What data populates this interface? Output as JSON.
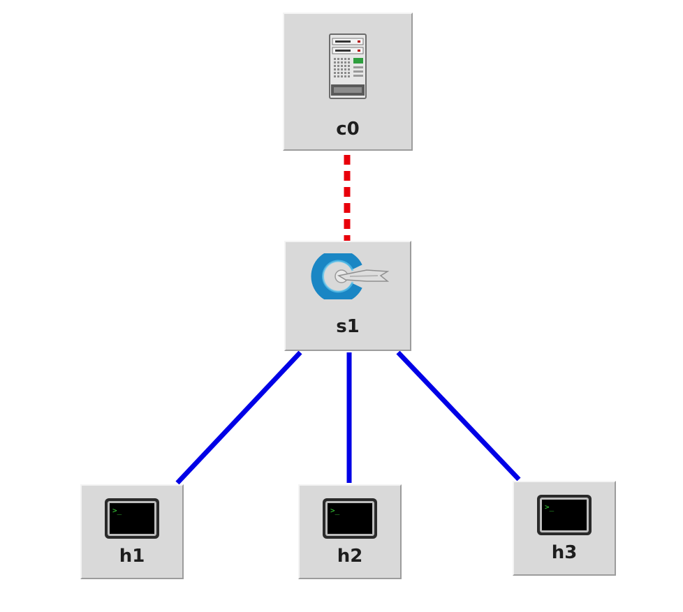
{
  "nodes": {
    "c0": {
      "label": "c0",
      "kind": "controller",
      "icon": "server-icon"
    },
    "s1": {
      "label": "s1",
      "kind": "switch",
      "icon": "openflow-switch-icon"
    },
    "h1": {
      "label": "h1",
      "kind": "host",
      "icon": "terminal-icon"
    },
    "h2": {
      "label": "h2",
      "kind": "host",
      "icon": "terminal-icon"
    },
    "h3": {
      "label": "h3",
      "kind": "host",
      "icon": "terminal-icon"
    }
  },
  "links": [
    {
      "from": "c0",
      "to": "s1",
      "type": "control",
      "style": "dashed",
      "color": "#e8000b"
    },
    {
      "from": "s1",
      "to": "h1",
      "type": "data",
      "style": "solid",
      "color": "#0000e6"
    },
    {
      "from": "s1",
      "to": "h2",
      "type": "data",
      "style": "solid",
      "color": "#0000e6"
    },
    {
      "from": "s1",
      "to": "h3",
      "type": "data",
      "style": "solid",
      "color": "#0000e6"
    }
  ],
  "colors": {
    "node_background": "#d9d9d9",
    "control_link": "#e8000b",
    "data_link": "#0000e6",
    "switch_icon": "#1a86c4",
    "terminal_prompt": "#3ad23a"
  }
}
